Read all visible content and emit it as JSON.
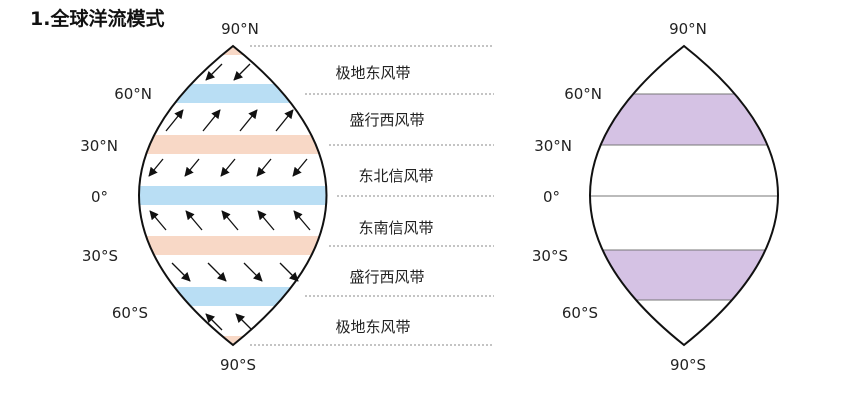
{
  "title": "1.全球洋流模式",
  "colors": {
    "low_pressure": "#b9def4",
    "high_pressure": "#f8d8c6",
    "ocean_band": "#d5c2e4",
    "outline": "#111111",
    "divider": "#777777"
  },
  "left_globe": {
    "latitude_labels": {
      "n90": "90°N",
      "n60": "60°N",
      "n30": "30°N",
      "eq": "0°",
      "s30": "30°S",
      "s60": "60°S",
      "s90": "90°S"
    },
    "wind_belts": {
      "polar_easterlies_north": "极地东风带",
      "westerlies_north": "盛行西风带",
      "ne_trades": "东北信风带",
      "se_trades": "东南信风带",
      "westerlies_south": "盛行西风带",
      "polar_easterlies_south": "极地东风带"
    }
  },
  "right_globe": {
    "latitude_labels": {
      "n90": "90°N",
      "n60": "60°N",
      "n30": "30°N",
      "eq": "0°",
      "s30": "30°S",
      "s60": "60°S",
      "s90": "90°S"
    }
  }
}
